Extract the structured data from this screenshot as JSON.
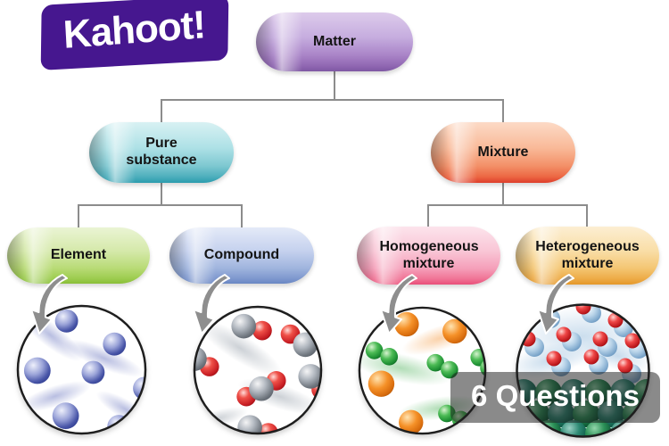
{
  "brand": {
    "logo_text": "Kahoot!",
    "logo_bg_color": "#46178f",
    "logo_text_color": "#ffffff"
  },
  "badge": {
    "label": "6 Questions",
    "text_color": "#ffffff"
  },
  "diagram": {
    "connector_color": "#8c8c8c",
    "nodes": {
      "matter": {
        "label": "Matter",
        "fill": "#b792d6"
      },
      "pure_substance": {
        "label": "Pure substance",
        "fill": "#8ed2da"
      },
      "mixture": {
        "label": "Mixture",
        "fill": "#f49a70"
      },
      "element": {
        "label": "Element",
        "fill": "#bada77"
      },
      "compound": {
        "label": "Compound",
        "fill": "#a2b6df"
      },
      "homogeneous_mixture": {
        "label": "Homogeneous mixture",
        "fill": "#f5a2bc"
      },
      "heterogeneous_mixture": {
        "label": "Heterogeneous mixture",
        "fill": "#f4c573"
      }
    },
    "illustrations": {
      "element": "blue-atoms",
      "compound": "red-gray-molecules",
      "homogeneous_mixture": "orange-atoms-green-molecules",
      "heterogeneous_mixture": "water-molecules-over-green-layer"
    },
    "icons": {
      "branch_arrow": "curved-arrow"
    }
  }
}
